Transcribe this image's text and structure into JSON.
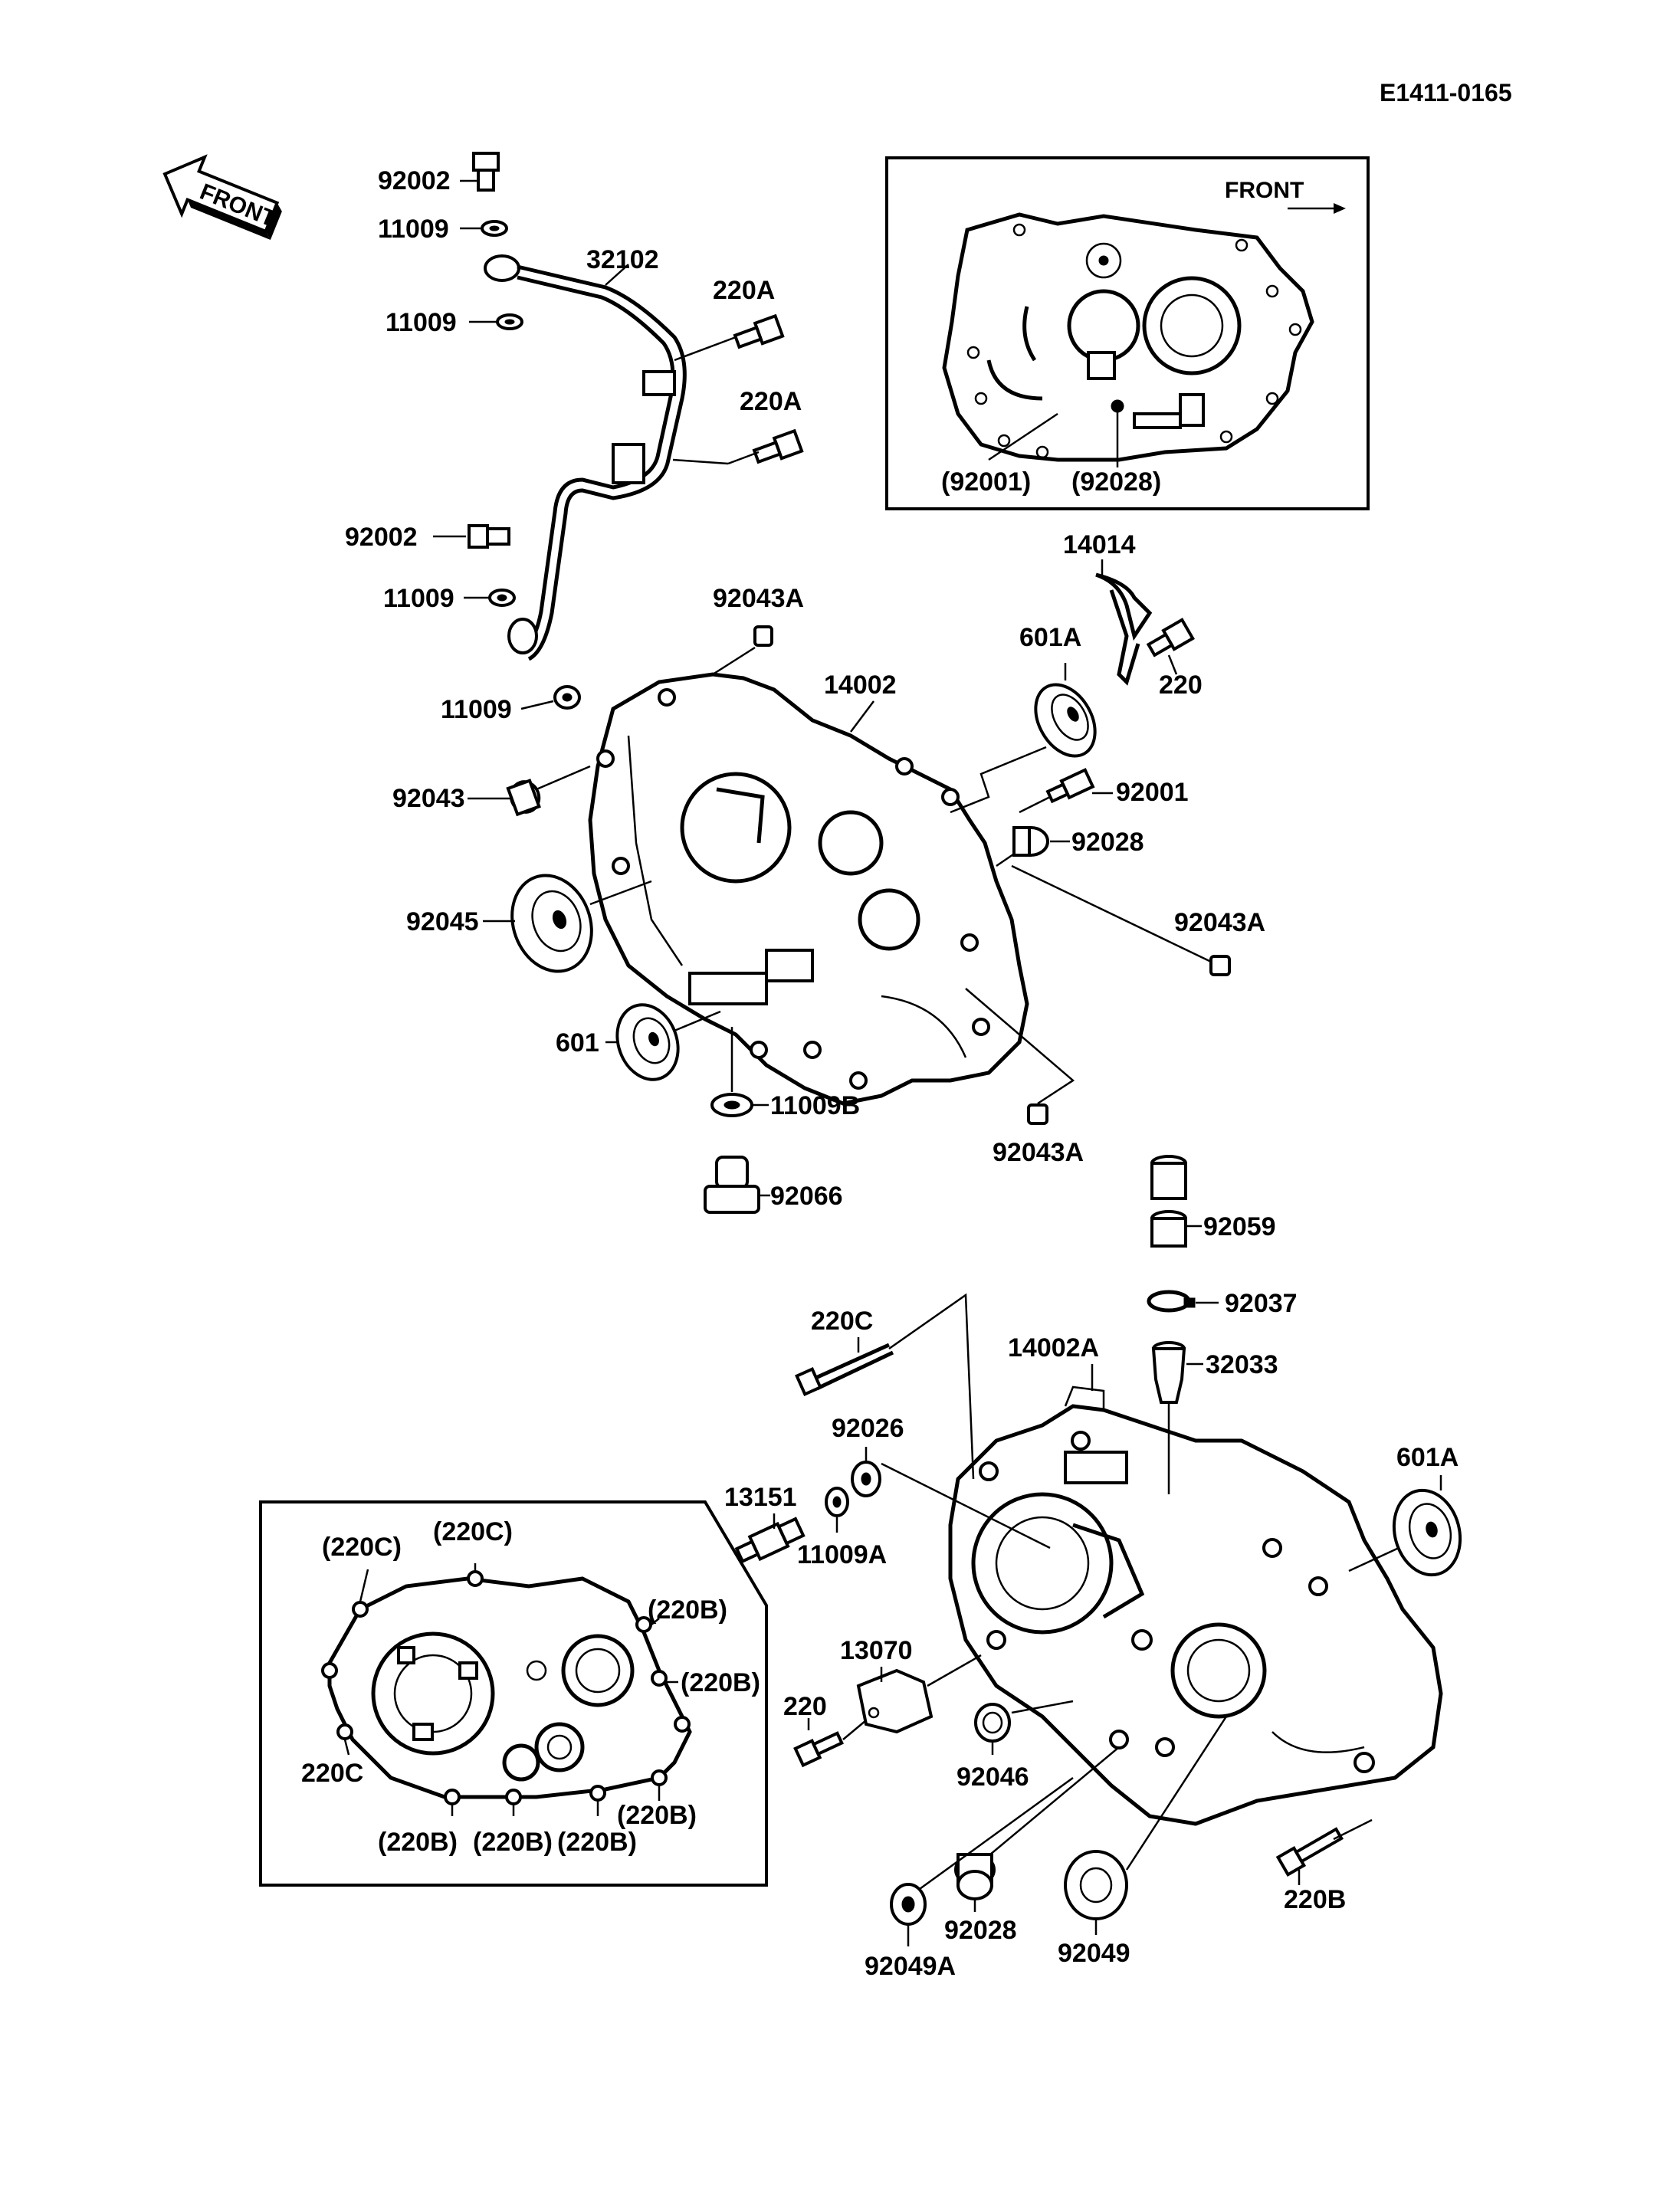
{
  "document_code": "E1411-0165",
  "front_arrow_label": "FRONT",
  "inset_top": {
    "front_label": "FRONT",
    "callouts": [
      "(92001)",
      "(92028)"
    ]
  },
  "inset_bottom": {
    "callouts": [
      "(220C)",
      "(220C)",
      "(220B)",
      "(220B)",
      "220C",
      "(220B)",
      "(220B)",
      "(220B)",
      "(220B)"
    ]
  },
  "part_labels": {
    "p92002_a": "92002",
    "p11009_a": "11009",
    "p32102": "32102",
    "p11009_b": "11009",
    "p220A_a": "220A",
    "p220A_b": "220A",
    "p92002_b": "92002",
    "p11009_c": "11009",
    "p11009_d": "11009",
    "p92043A_a": "92043A",
    "p14002": "14002",
    "p14014": "14014",
    "p601A_a": "601A",
    "p220_a": "220",
    "p92043": "92043",
    "p92001": "92001",
    "p92028_a": "92028",
    "p92045": "92045",
    "p92043A_b": "92043A",
    "p601": "601",
    "p92043A_c": "92043A",
    "p11009B": "11009B",
    "p92066": "92066",
    "p92059": "92059",
    "p92037": "92037",
    "p220C": "220C",
    "p14002A": "14002A",
    "p32033": "32033",
    "p92026": "92026",
    "p601A_b": "601A",
    "p13151": "13151",
    "p11009A": "11009A",
    "p13070": "13070",
    "p220_b": "220",
    "p92046": "92046",
    "p220B": "220B",
    "p92028_b": "92028",
    "p92049": "92049",
    "p92049A": "92049A"
  }
}
